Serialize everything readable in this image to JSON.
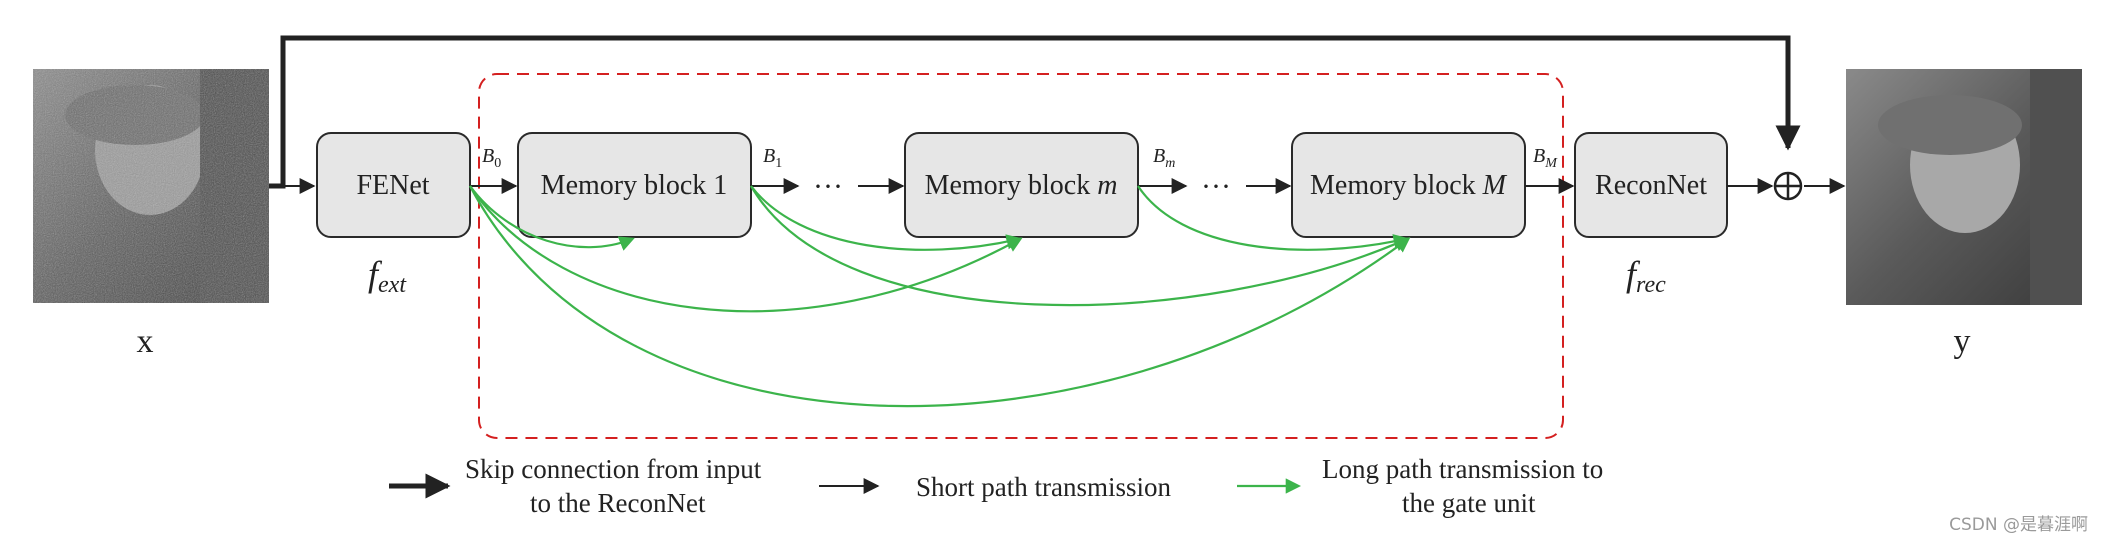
{
  "input_label": "x",
  "output_label": "y",
  "blocks": {
    "fenet": "FENet",
    "memory_1": "Memory block 1",
    "memory_m_prefix": "Memory block ",
    "memory_m_var": "m",
    "memory_M_prefix": "Memory block ",
    "memory_M_var": "M",
    "reconnet": "ReconNet"
  },
  "function_labels": {
    "ext_base": "f",
    "ext_sub": "ext",
    "rec_base": "f",
    "rec_sub": "rec"
  },
  "bus_labels": {
    "b0_base": "B",
    "b0_sub": "0",
    "b1_base": "B",
    "b1_sub": "1",
    "bm_base": "B",
    "bm_sub": "m",
    "bM_base": "B",
    "bM_sub": "M"
  },
  "ellipsis": "···",
  "legend": {
    "skip_line1": "Skip connection from input",
    "skip_line2": "to the ReconNet",
    "short": "Short path transmission",
    "long_line1": "Long path transmission to",
    "long_line2": "the gate unit"
  },
  "watermark": "CSDN @是暮涯啊",
  "colors": {
    "green": "#3cb44b",
    "dashed_box": "#d42020",
    "block_fill": "#e6e6e6",
    "arrow_dark": "#222222"
  },
  "icons": [
    "noisy-input-image-icon",
    "denoised-output-image-icon",
    "sum-circle-icon"
  ]
}
